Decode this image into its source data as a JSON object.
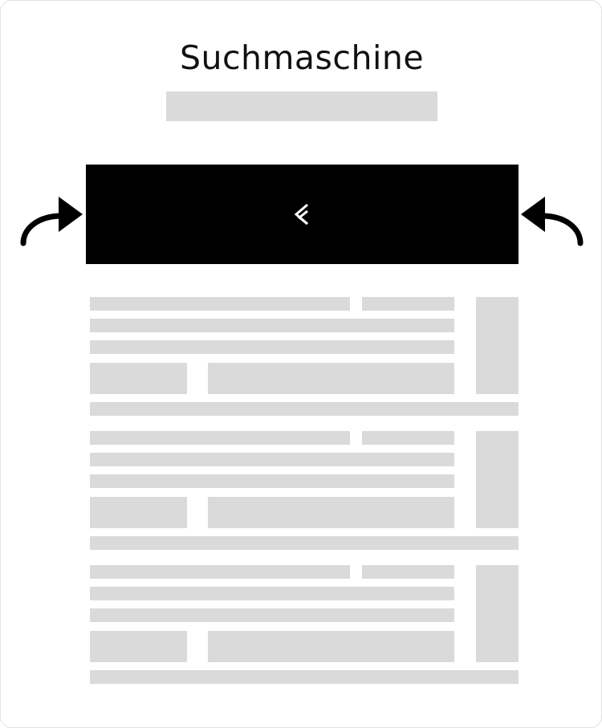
{
  "header": {
    "title": "Suchmaschine"
  },
  "search": {
    "placeholder": ""
  },
  "icons": {
    "banner_logo": "double-chevron-left-icon",
    "left_arrow": "curved-arrow-right-icon",
    "right_arrow": "curved-arrow-left-icon"
  },
  "colors": {
    "banner": "#000000",
    "placeholder": "#dadada",
    "text": "#111111"
  },
  "results": [
    {
      "kind": "placeholder"
    },
    {
      "kind": "placeholder"
    },
    {
      "kind": "placeholder"
    }
  ]
}
